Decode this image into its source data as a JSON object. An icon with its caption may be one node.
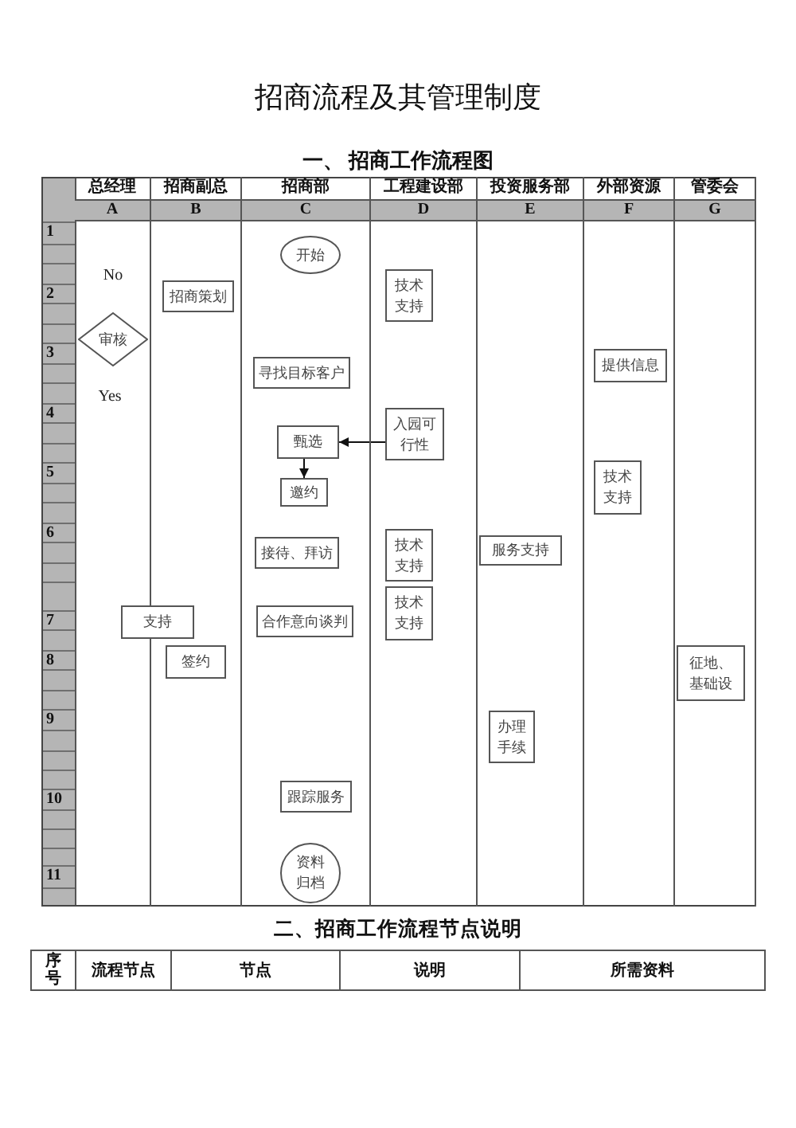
{
  "diagram": {
    "title": "招商流程及其管理制度",
    "nodes": [
      {
        "text": [
          "总经理",
          "A"
        ]
      },
      {
        "text": [
          "招商副总",
          "B"
        ]
      },
      {
        "text": [
          "招商部",
          "C"
        ]
      },
      {
        "text": [
          "工程建设部",
          "D"
        ]
      },
      {
        "text": [
          "投资服务部",
          "E"
        ]
      },
      {
        "text": [
          "外部资源",
          "F"
        ]
      },
      {
        "text": [
          "管委会",
          "G"
        ]
      },
      {
        "text": [
          "开始"
        ],
        "in": 2
      },
      {
        "text": [
          "技术支持"
        ],
        "in": 3
      },
      {
        "text": [
          "招商策划"
        ],
        "in": 1
      },
      {
        "text": [
          "审核"
        ],
        "in": 0
      },
      {
        "text": [
          "寻找目标客户"
        ],
        "in": 2
      },
      {
        "text": [
          "提供信息"
        ],
        "in": 5
      },
      {
        "text": [
          "甄选"
        ],
        "in": 2
      },
      {
        "text": [
          "入园可行性"
        ],
        "in": 3
      },
      {
        "text": [
          "邀约"
        ],
        "in": 2
      },
      {
        "text": [
          "技术支持"
        ],
        "in": 5
      },
      {
        "text": [
          "接待、拜访"
        ],
        "in": 2
      },
      {
        "text": [
          "技术支持"
        ],
        "in": 3
      },
      {
        "text": [
          "服务支持"
        ],
        "in": 4
      },
      {
        "text": [
          "技术支持"
        ],
        "in": 3
      },
      {
        "text": [
          "支持"
        ]
      },
      {
        "text": [
          "合作意向谈判"
        ],
        "in": 2
      },
      {
        "text": [
          "签约"
        ],
        "in": 1
      },
      {
        "text": [
          "征地、基础设"
        ],
        "in": 6
      },
      {
        "text": [
          "办理手续"
        ],
        "in": 4
      },
      {
        "text": [
          "跟踪服务"
        ],
        "in": 2
      },
      {
        "text": [
          "资料归档"
        ],
        "in": 2
      }
    ],
    "edges": [
      {
        "from": 14,
        "to": 13,
        "arrow": "to"
      },
      {
        "from": 13,
        "to": 15,
        "arrow": "to"
      }
    ],
    "labels": [
      "一、 招商工作流程图",
      "1",
      "2",
      "3",
      "4",
      "5",
      "6",
      "7",
      "8",
      "9",
      "10",
      "11",
      "No",
      "Yes",
      "二、招商工作流程节点说明",
      "序号",
      "流程节点",
      "节点",
      "说明",
      "所需资料"
    ]
  }
}
